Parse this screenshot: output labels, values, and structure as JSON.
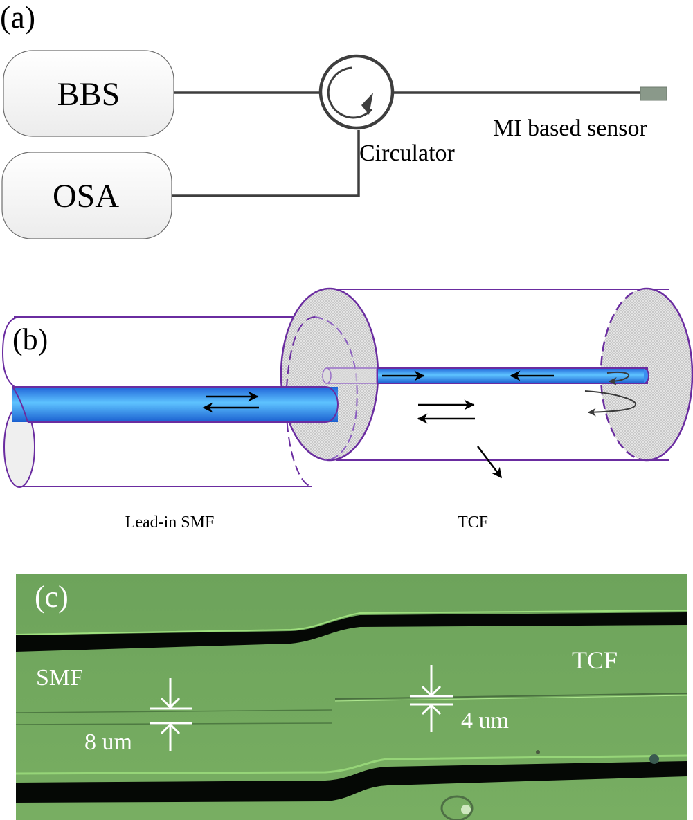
{
  "panel_a": {
    "label": "(a)",
    "bbs_label": "BBS",
    "osa_label": "OSA",
    "circulator_label": "Circulator",
    "sensor_label": "MI based sensor",
    "icons": {
      "circulator": "circulator-icon",
      "sensor": "sensor-probe-icon"
    }
  },
  "panel_b": {
    "label": "(b)",
    "smf_label": "Lead-in SMF",
    "tcf_label": "TCF",
    "colors": {
      "core": "#2f8fea",
      "core_highlight": "#5ec3ff",
      "outline": "#6a2ca0",
      "endface": "#d6d6d6"
    }
  },
  "panel_c": {
    "label": "(c)",
    "smf_label": "SMF",
    "tcf_label": "TCF",
    "smf_core_width": "8 um",
    "tcf_core_width": "4 um",
    "colors": {
      "background": "#74a85e",
      "cladding_edge": "#050805"
    }
  }
}
